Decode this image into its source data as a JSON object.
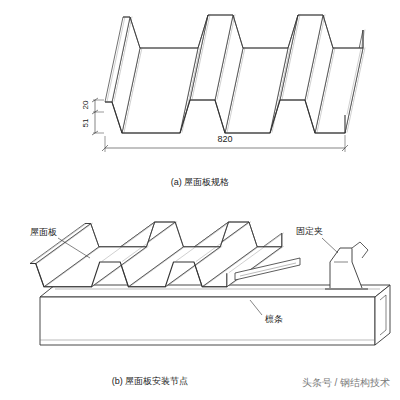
{
  "diagram": {
    "labels": [
      "51",
      "20",
      "820",
      "(a) 屋面板规格",
      "屋面板",
      "固定夹",
      "檩条",
      "(b) 屋面板安装节点",
      "头条号 / 钢结构技术"
    ]
  }
}
